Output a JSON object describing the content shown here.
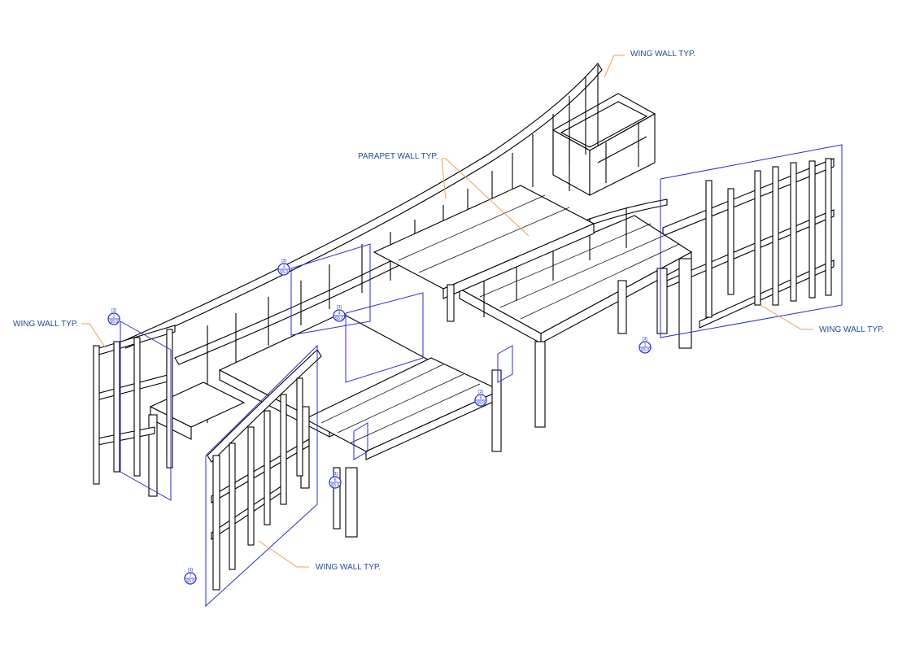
{
  "labels": {
    "wing_wall_top_right": "WING WALL TYP.",
    "parapet_wall": "PARAPET WALL TYP.",
    "wing_wall_left": "WING WALL TYP.",
    "wing_wall_right": "WING WALL TYP.",
    "wing_wall_bottom": "WING WALL TYP."
  },
  "section_markers": [
    {
      "num": "1",
      "sheet": "S5.0",
      "ref": "[3]"
    },
    {
      "num": "2",
      "sheet": "S5.0",
      "ref": "[3]"
    },
    {
      "num": "3",
      "sheet": "S5.0",
      "ref": "[3]"
    },
    {
      "num": "4",
      "sheet": "S5.0",
      "ref": "[3]"
    },
    {
      "num": "5",
      "sheet": "S5.0",
      "ref": "[3]"
    },
    {
      "num": "6",
      "sheet": "S5.0",
      "ref": "[3]"
    },
    {
      "num": "7",
      "sheet": "S5.0",
      "ref": "[3]"
    }
  ],
  "colors": {
    "label_text": "#1a4fa0",
    "section_line": "#2a2ae0",
    "leader_line": "#f0a050",
    "structure": "#000000"
  }
}
